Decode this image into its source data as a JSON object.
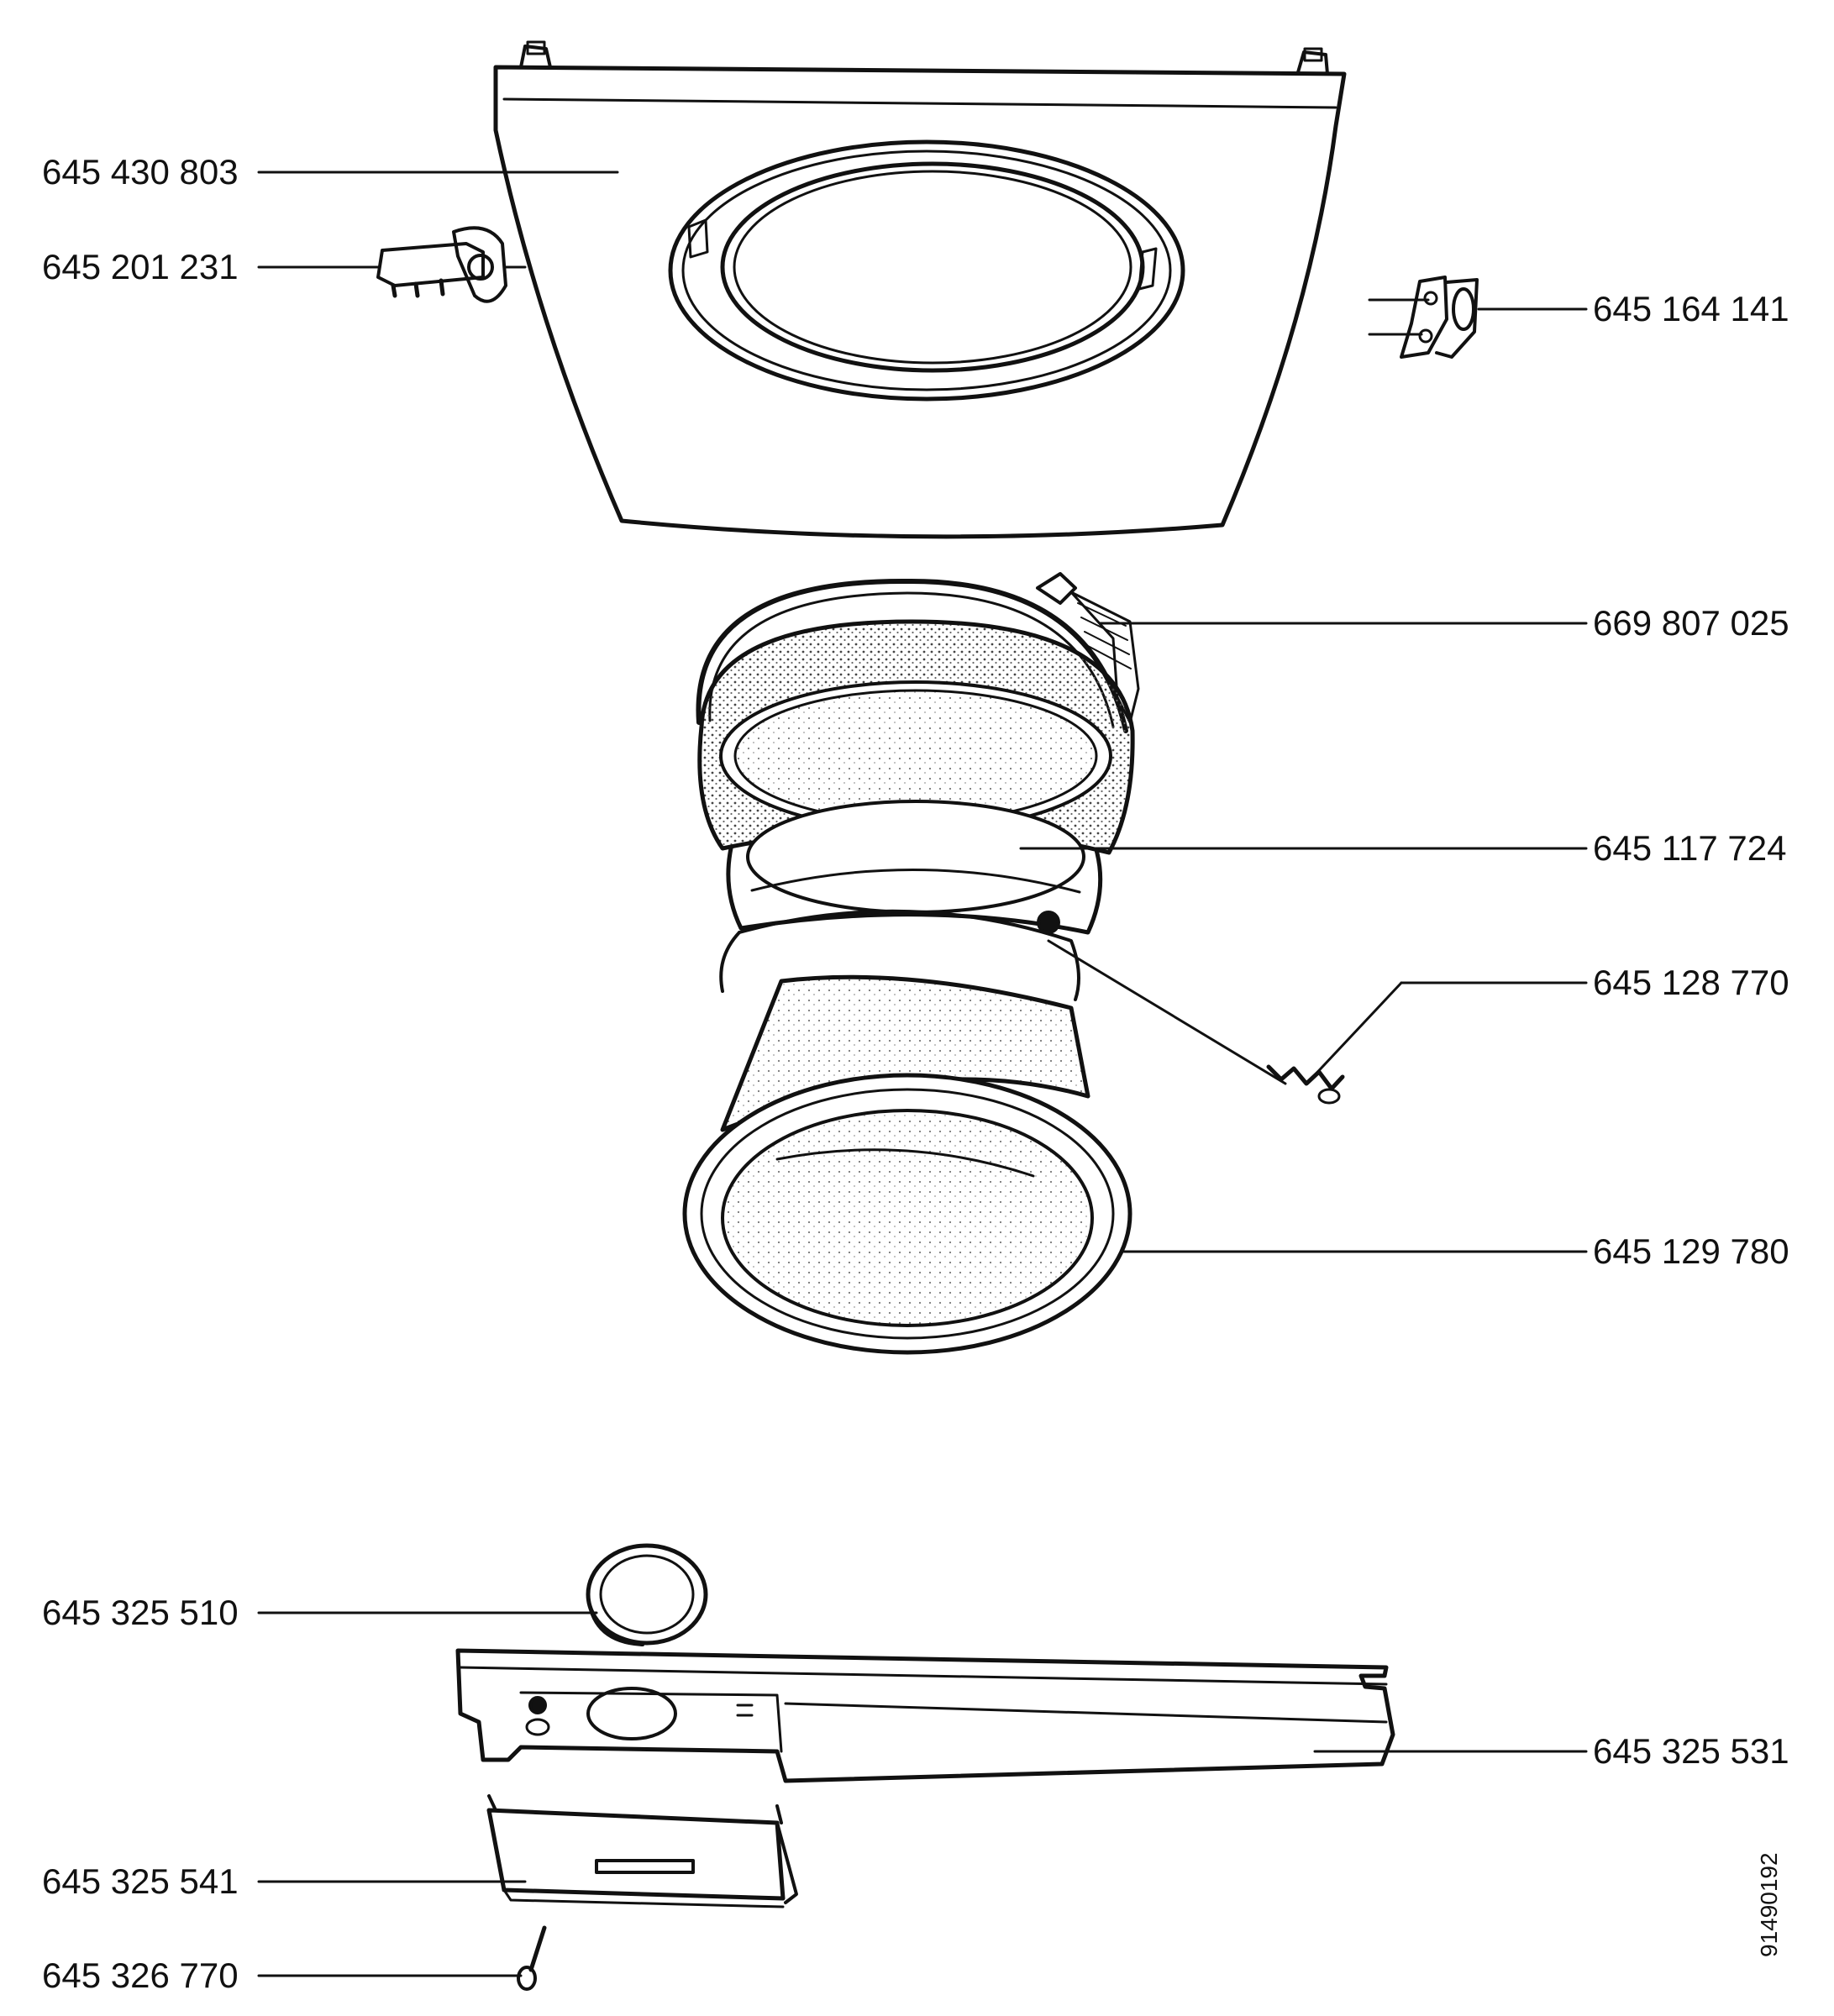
{
  "diagram": {
    "part_labels": [
      {
        "id": "front-panel",
        "number": "645 430 803"
      },
      {
        "id": "door-lock",
        "number": "645 201 231"
      },
      {
        "id": "hinge",
        "number": "645 164 141"
      },
      {
        "id": "clamp-band",
        "number": "669 807 025"
      },
      {
        "id": "door-seal",
        "number": "645 117 724"
      },
      {
        "id": "spring",
        "number": "645 128 770"
      },
      {
        "id": "door-bowl",
        "number": "645 129 780"
      },
      {
        "id": "knob",
        "number": "645 325 510"
      },
      {
        "id": "control-panel",
        "number": "645 325 531"
      },
      {
        "id": "dispenser-drawer",
        "number": "645 325 541"
      },
      {
        "id": "pin",
        "number": "645 326 770"
      }
    ],
    "drawing_number": "91490192"
  }
}
